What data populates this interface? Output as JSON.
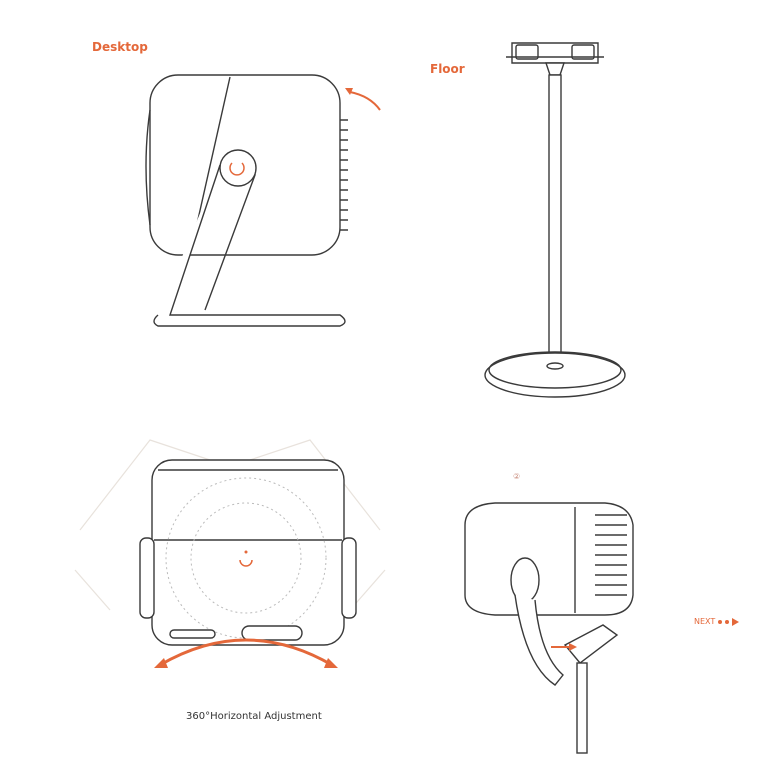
{
  "panels": {
    "desktop": {
      "label": "Desktop"
    },
    "floor": {
      "label": "Floor"
    },
    "rotation": {
      "caption": "360°Horizontal Adjustment"
    },
    "mounting": {
      "step": "②"
    }
  },
  "navigation": {
    "next_label": "NEXT"
  },
  "colors": {
    "accent": "#e4683a",
    "line": "#3a3a3a"
  }
}
